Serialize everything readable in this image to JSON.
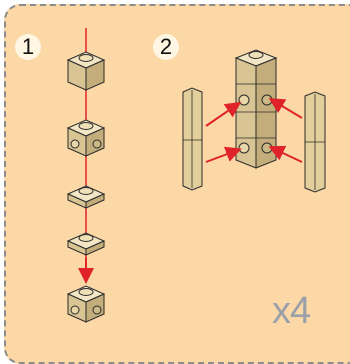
{
  "steps": [
    {
      "number": "1"
    },
    {
      "number": "2"
    }
  ],
  "quantity_label": "x4",
  "colors": {
    "background": "#fcd8a6",
    "border": "#8c8c8c",
    "brick_tan": "#e6d3a2",
    "brick_shadow": "#b9a574",
    "arrow_red": "#e0232b",
    "multiplier_gray": "#9a9fa8"
  },
  "parts": {
    "step1": [
      "brick-1x1-with-stud",
      "brick-1x1-side-studs",
      "plate-1x1",
      "plate-1x1",
      "brick-1x1-side-studs"
    ],
    "step2": [
      "tile-1x4-vertical-left",
      "brick-1x1-stack",
      "tile-1x4-vertical-right"
    ]
  }
}
